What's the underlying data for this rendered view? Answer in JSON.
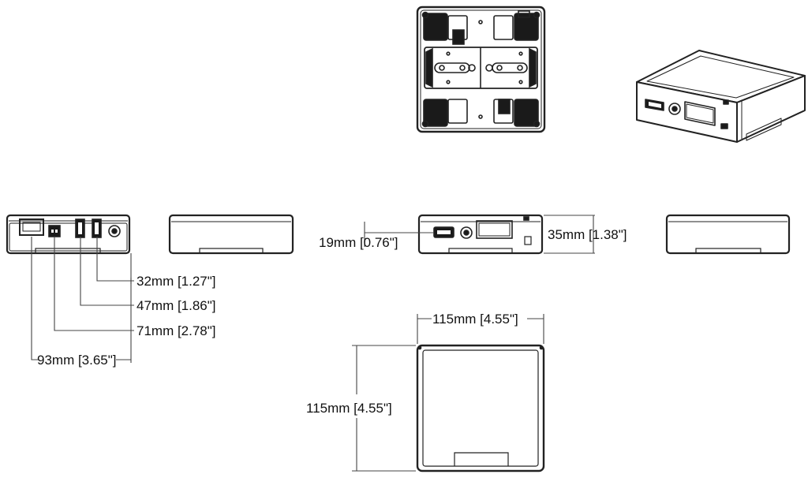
{
  "dimensions": {
    "left_port_1": "32mm [1.27\"]",
    "left_port_2": "47mm [1.86\"]",
    "left_port_3": "71mm [2.78\"]",
    "left_port_4": "93mm [3.65\"]",
    "front_port_height": "19mm [0.76\"]",
    "front_height": "35mm [1.38\"]",
    "top_width": "115mm [4.55\"]",
    "top_depth": "115mm [4.55\"]"
  },
  "colors": {
    "line": "#222222",
    "body_fill": "#ffffff",
    "dark_fill": "#1a1a1a",
    "dim_line": "#444444"
  }
}
